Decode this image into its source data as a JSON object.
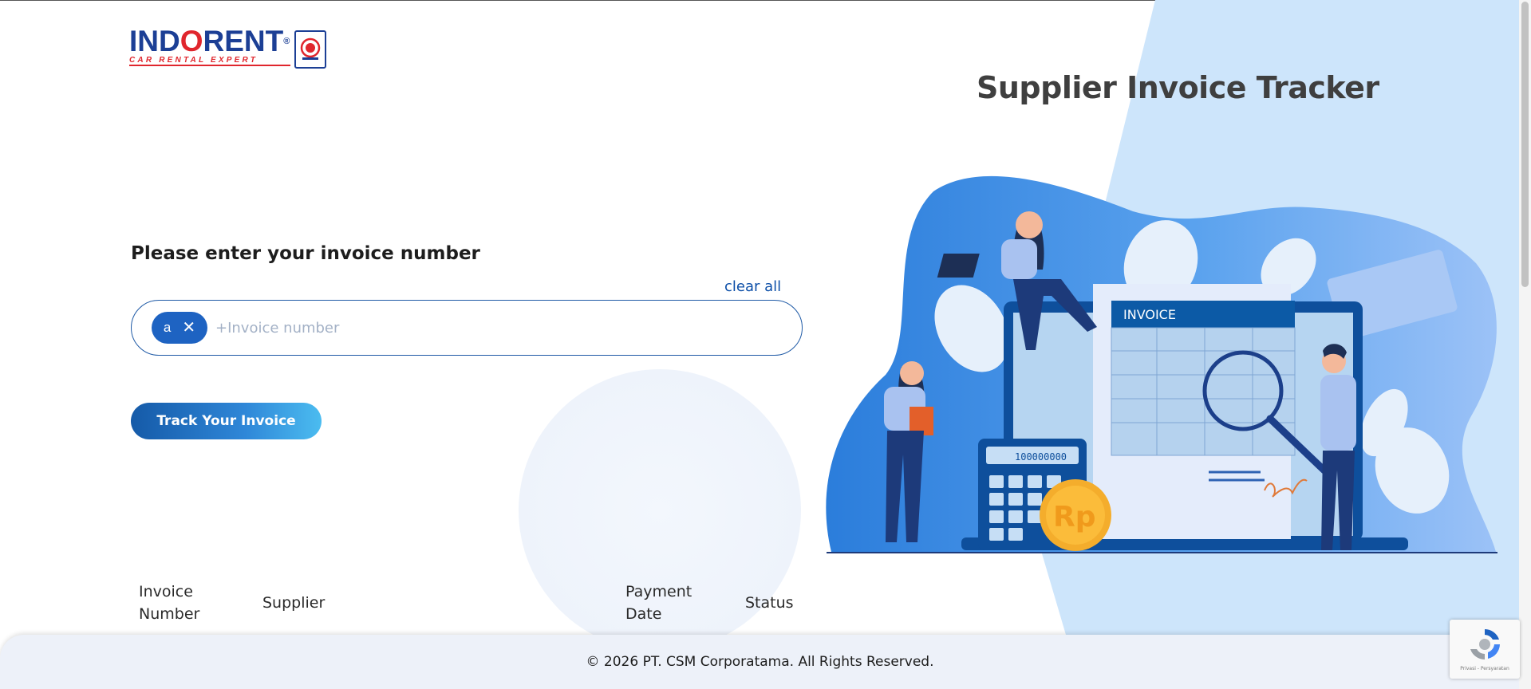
{
  "brand": {
    "name_part1": "IND",
    "name_o": "O",
    "name_part2": "RENT",
    "registered": "®",
    "tagline": "CAR RENTAL EXPERT"
  },
  "page_title": "Supplier Invoice Tracker",
  "form": {
    "prompt": "Please enter your invoice number",
    "clear_all_label": "clear all",
    "tags": [
      {
        "label": "a"
      }
    ],
    "input_placeholder": "+Invoice number",
    "submit_label": "Track Your Invoice"
  },
  "table": {
    "columns": [
      {
        "label": "Invoice Number"
      },
      {
        "label": "Supplier"
      },
      {
        "label": "Payment Date"
      },
      {
        "label": "Status"
      }
    ]
  },
  "illustration": {
    "invoice_label": "INVOICE",
    "calculator_display": "100000000",
    "coin_label": "Rp"
  },
  "footer": {
    "copyright": "© 2026 PT. CSM Corporatama. All Rights Reserved."
  },
  "recaptcha": {
    "links": "Privasi - Persyaratan"
  },
  "colors": {
    "primary": "#1e63c2",
    "brand_blue": "#1c3f95",
    "brand_red": "#e0262d",
    "footer_bg": "#edf1f9",
    "light_panel": "#cde5fb"
  }
}
